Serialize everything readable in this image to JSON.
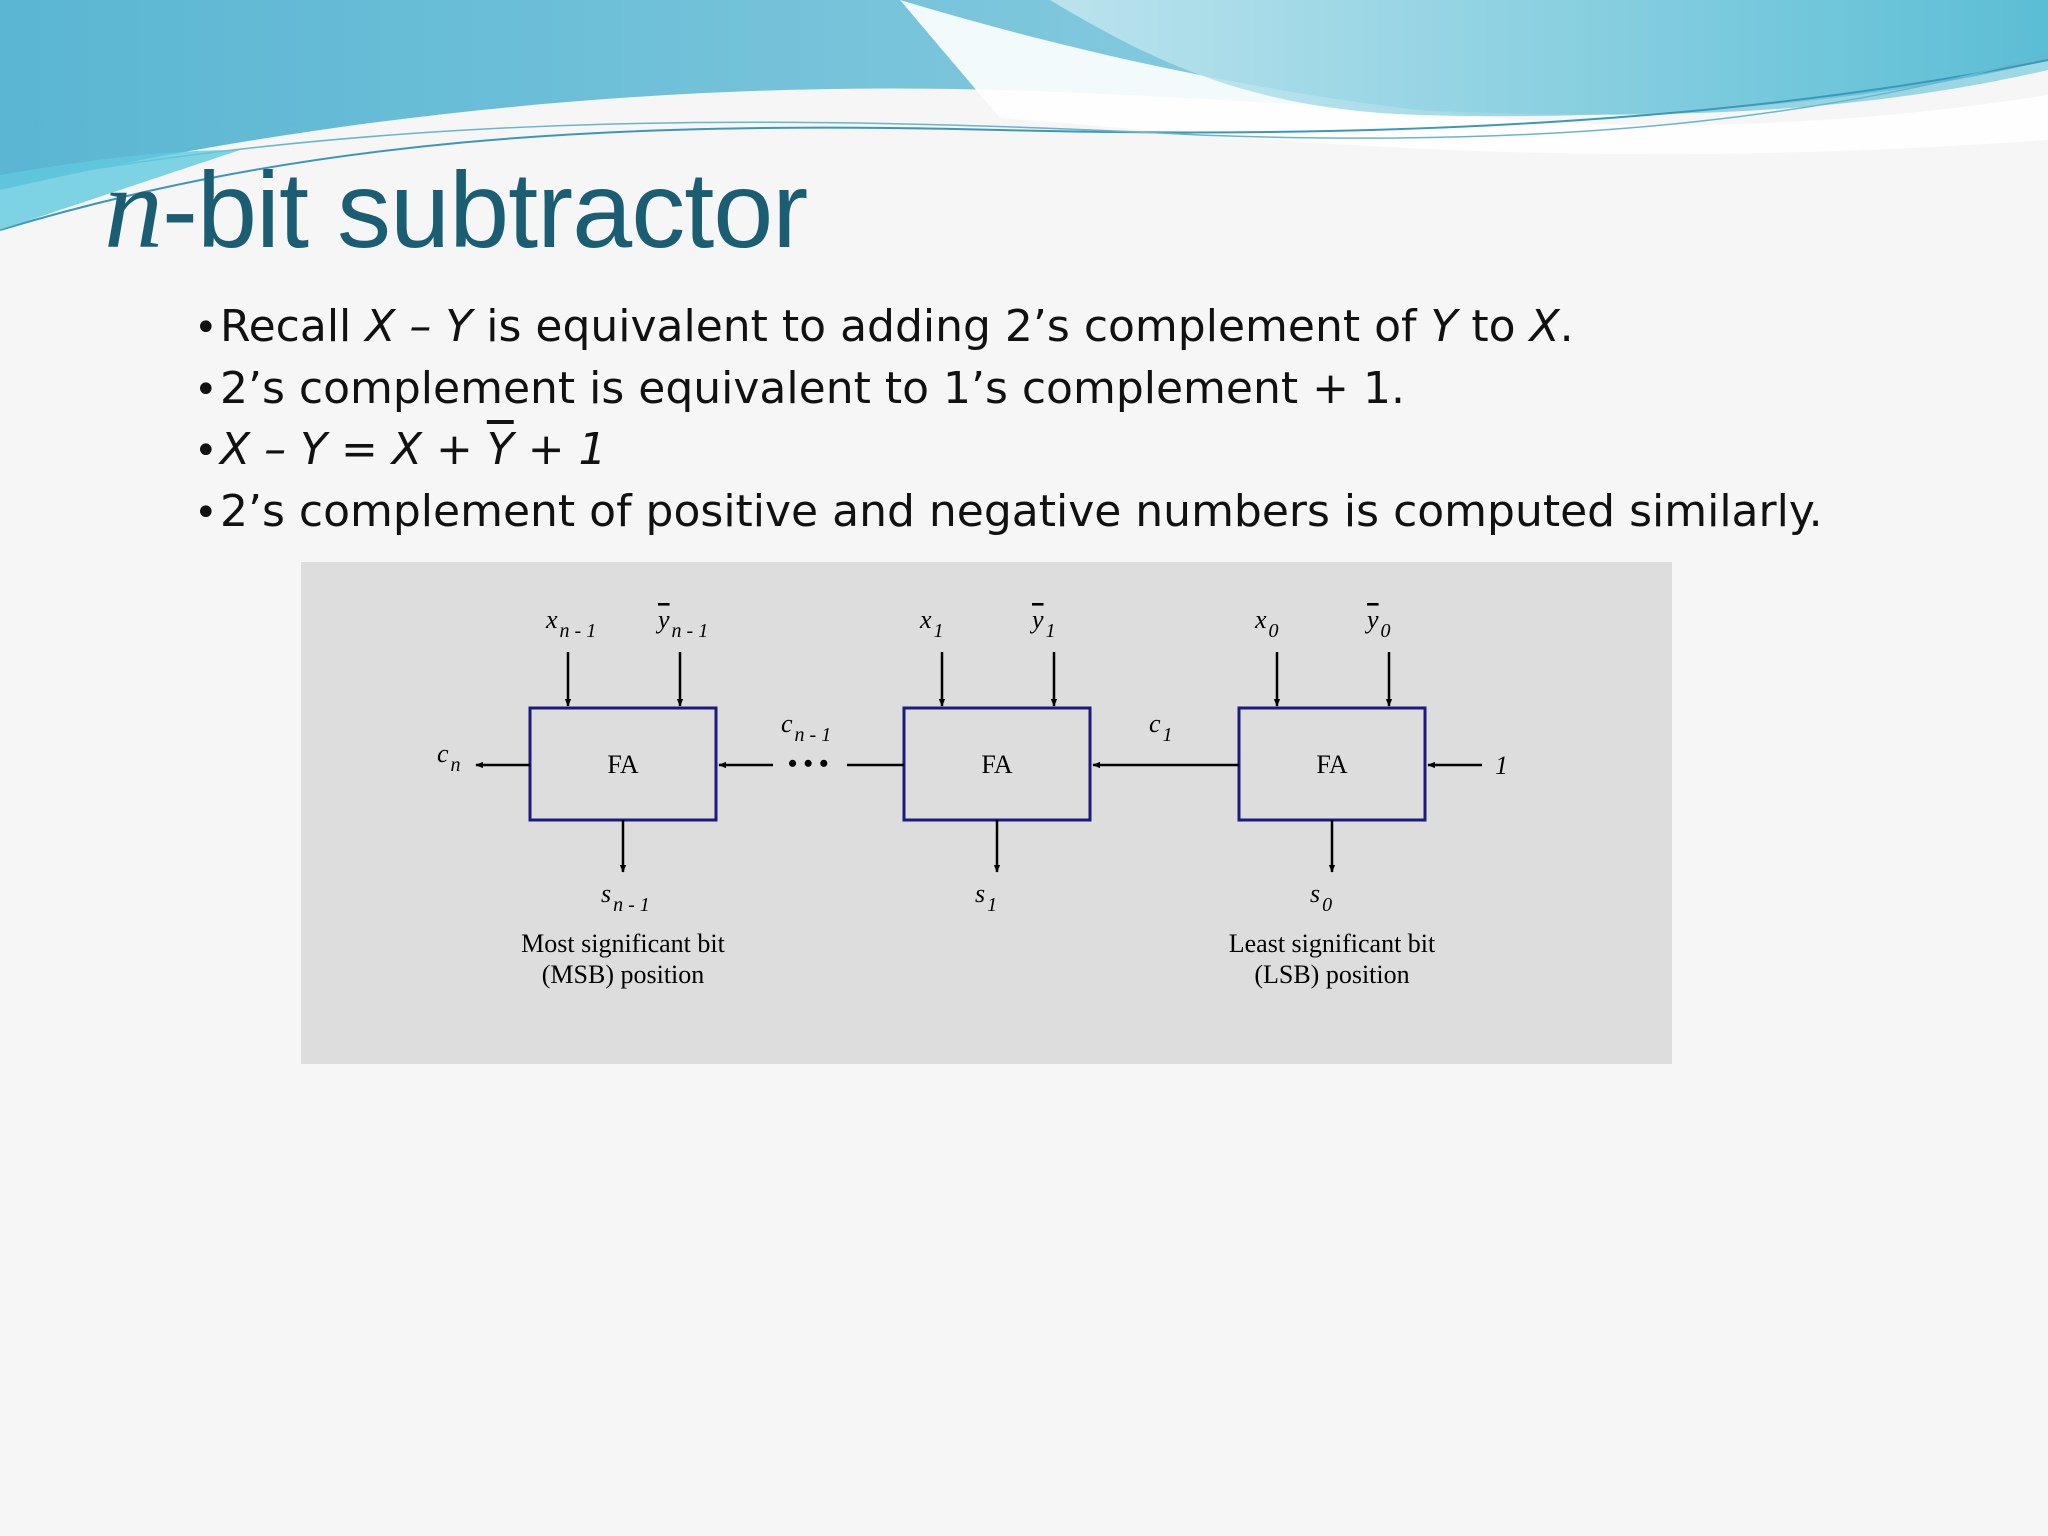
{
  "slide": {
    "title": {
      "variable": "n",
      "rest": "-bit subtractor"
    },
    "bullets": [
      {
        "parts": [
          {
            "text": "Recall "
          },
          {
            "text": "X – Y",
            "italic": true
          },
          {
            "text": " is equivalent to adding 2’s complement of "
          },
          {
            "text": "Y",
            "italic": true
          },
          {
            "text": " to "
          },
          {
            "text": "X",
            "italic": true
          },
          {
            "text": "."
          }
        ]
      },
      {
        "parts": [
          {
            "text": "2’s complement is equivalent to 1’s complement + 1."
          }
        ]
      },
      {
        "parts": [
          {
            "text": "X – Y = X + ",
            "italic": true
          },
          {
            "text": "Y",
            "italic": true,
            "overline": true
          },
          {
            "text": " + 1",
            "italic": true
          }
        ]
      },
      {
        "parts": [
          {
            "text": "2’s complement of positive and negative numbers is computed similarly."
          }
        ]
      }
    ]
  },
  "diagram": {
    "blocks": [
      {
        "label": "FA",
        "x_input": "x",
        "x_sub": "n - 1",
        "y_input": "y",
        "y_sub": "n - 1",
        "sum": "s",
        "sum_sub": "n - 1"
      },
      {
        "label": "FA",
        "x_input": "x",
        "x_sub": "1",
        "y_input": "y",
        "y_sub": "1",
        "sum": "s",
        "sum_sub": "1"
      },
      {
        "label": "FA",
        "x_input": "x",
        "x_sub": "0",
        "y_input": "y",
        "y_sub": "0",
        "sum": "s",
        "sum_sub": "0"
      }
    ],
    "carries": [
      {
        "name": "c",
        "sub": "n"
      },
      {
        "name": "c",
        "sub": "n - 1"
      },
      {
        "name": "c",
        "sub": "1"
      }
    ],
    "carry_in": "1",
    "ellipsis": "• • •",
    "msb_caption": [
      "Most significant bit",
      "(MSB) position"
    ],
    "lsb_caption": [
      "Least significant bit",
      "(LSB) position"
    ]
  }
}
